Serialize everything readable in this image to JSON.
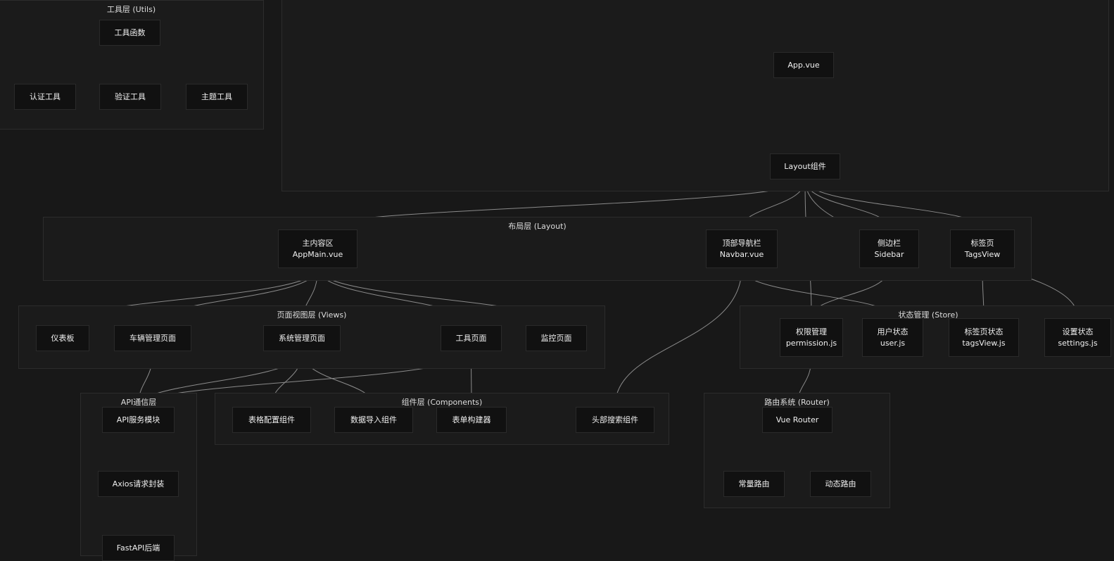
{
  "clusters": {
    "utils": "工具层 (Utils)",
    "layout": "布局层 (Layout)",
    "views": "页面视图层 (Views)",
    "store": "状态管理 (Store)",
    "api": "API通信层",
    "components": "组件层 (Components)",
    "router": "路由系统 (Router)"
  },
  "nodes": {
    "utils_main": [
      "工具函数"
    ],
    "auth_util": [
      "认证工具"
    ],
    "validate_util": [
      "验证工具"
    ],
    "theme_util": [
      "主题工具"
    ],
    "app": [
      "App.vue"
    ],
    "layout": [
      "Layout组件"
    ],
    "app_main": [
      "主内容区",
      "AppMain.vue"
    ],
    "navbar": [
      "顶部导航栏",
      "Navbar.vue"
    ],
    "sidebar": [
      "侧边栏",
      "Sidebar"
    ],
    "tagsview": [
      "标签页",
      "TagsView"
    ],
    "dashboard": [
      "仪表板"
    ],
    "vehicle": [
      "车辆管理页面"
    ],
    "system": [
      "系统管理页面"
    ],
    "tools": [
      "工具页面"
    ],
    "monitor": [
      "监控页面"
    ],
    "permission": [
      "权限管理",
      "permission.js"
    ],
    "user_store": [
      "用户状态",
      "user.js"
    ],
    "tags_store": [
      "标签页状态",
      "tagsView.js"
    ],
    "settings_store": [
      "设置状态",
      "settings.js"
    ],
    "api_module": [
      "API服务模块"
    ],
    "axios": [
      "Axios请求封装"
    ],
    "fastapi": [
      "FastAPI后端"
    ],
    "table_config": [
      "表格配置组件"
    ],
    "data_import": [
      "数据导入组件"
    ],
    "form_builder": [
      "表单构建器"
    ],
    "header_search": [
      "头部搜索组件"
    ],
    "vue_router": [
      "Vue Router"
    ],
    "constant_routes": [
      "常量路由"
    ],
    "dynamic_routes": [
      "动态路由"
    ]
  },
  "edges": [
    [
      "utils_main",
      "auth_util"
    ],
    [
      "utils_main",
      "validate_util"
    ],
    [
      "utils_main",
      "theme_util"
    ],
    [
      "app",
      "layout"
    ],
    [
      "layout",
      "app_main"
    ],
    [
      "layout",
      "navbar"
    ],
    [
      "layout",
      "sidebar"
    ],
    [
      "layout",
      "tagsview"
    ],
    [
      "layout",
      "permission"
    ],
    [
      "layout",
      "settings_store"
    ],
    [
      "app_main",
      "dashboard"
    ],
    [
      "app_main",
      "vehicle"
    ],
    [
      "app_main",
      "system"
    ],
    [
      "app_main",
      "tools"
    ],
    [
      "app_main",
      "monitor"
    ],
    [
      "navbar",
      "header_search"
    ],
    [
      "navbar",
      "user_store"
    ],
    [
      "sidebar",
      "permission"
    ],
    [
      "tagsview",
      "tags_store"
    ],
    [
      "system",
      "table_config"
    ],
    [
      "system",
      "data_import"
    ],
    [
      "system",
      "api_module"
    ],
    [
      "tools",
      "form_builder"
    ],
    [
      "tools",
      "api_module"
    ],
    [
      "vehicle",
      "api_module"
    ],
    [
      "api_module",
      "axios"
    ],
    [
      "axios",
      "fastapi"
    ],
    [
      "permission",
      "vue_router"
    ],
    [
      "vue_router",
      "constant_routes"
    ],
    [
      "vue_router",
      "dynamic_routes"
    ]
  ],
  "colors": {
    "background": "#181818",
    "node_fill": "#111111",
    "edge": "#8a8a8a"
  }
}
